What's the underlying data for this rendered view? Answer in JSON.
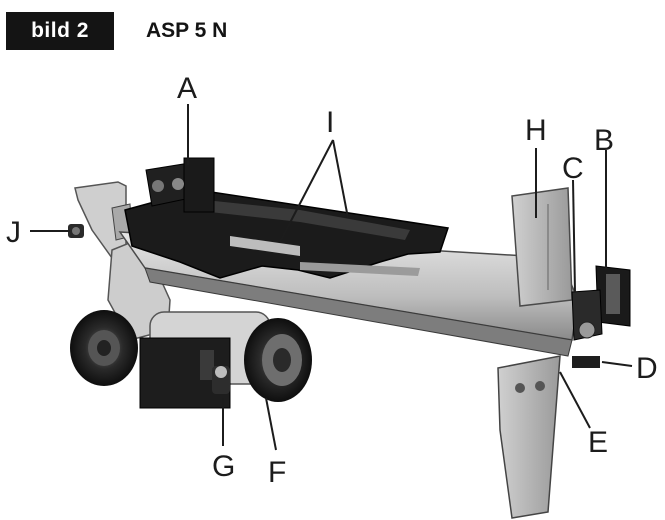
{
  "header": {
    "badge": "bild 2",
    "model": "ASP 5 N"
  },
  "callouts": {
    "A": "A",
    "B": "B",
    "C": "C",
    "D": "D",
    "E": "E",
    "F": "F",
    "G": "G",
    "H": "H",
    "I": "I",
    "J": "J"
  }
}
